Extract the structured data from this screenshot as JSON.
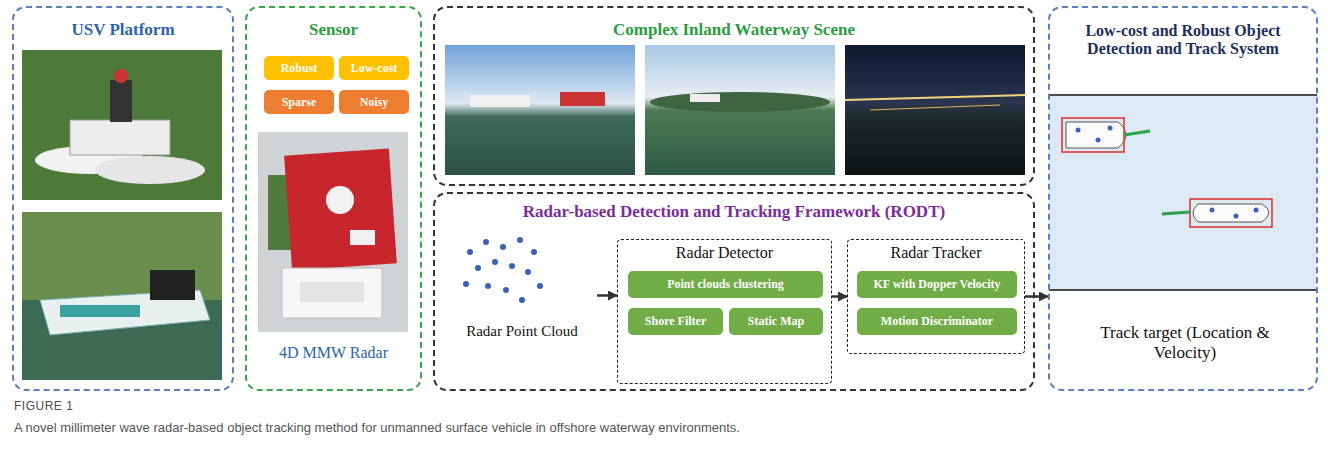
{
  "diagram": {
    "caption": "A novel millimeter wave radar-based object tracking method for unmanned surface vehicle in offshore waterway environments.",
    "nodes": [
      {
        "text": [
          "USV Platform"
        ]
      },
      {
        "text": [
          "Sensor",
          "4D MMW Radar"
        ]
      },
      {
        "text": [
          "Robust"
        ],
        "in": 1
      },
      {
        "text": [
          "Low-cost"
        ],
        "in": 1
      },
      {
        "text": [
          "Sparse"
        ],
        "in": 1
      },
      {
        "text": [
          "Noisy"
        ],
        "in": 1
      },
      {
        "text": [
          "Complex Inland Waterway Scene"
        ]
      },
      {
        "text": [
          "Radar-based Detection and Tracking Framework (RODT)"
        ]
      },
      {
        "text": [
          "Radar Point Cloud"
        ],
        "in": 7
      },
      {
        "text": [
          "Radar Detector"
        ],
        "in": 7
      },
      {
        "text": [
          "Point clouds clustering"
        ],
        "in": 9
      },
      {
        "text": [
          "Shore Filter"
        ],
        "in": 9
      },
      {
        "text": [
          "Static Map"
        ],
        "in": 9
      },
      {
        "text": [
          "Radar Tracker"
        ],
        "in": 7
      },
      {
        "text": [
          "KF with Dopper Velocity"
        ],
        "in": 13
      },
      {
        "text": [
          "Motion Discriminator"
        ],
        "in": 13
      },
      {
        "text": [
          "Low-cost and Robust Object Detection and Track System"
        ]
      },
      {
        "text": [
          "Track target (Location & Velocity)"
        ],
        "in": 16
      }
    ],
    "edges": [
      {
        "from": 8,
        "to": 9,
        "arrow": "to"
      },
      {
        "from": 9,
        "to": 13,
        "arrow": "to"
      },
      {
        "from": 13,
        "to": 16,
        "arrow": "to"
      }
    ],
    "labels": [
      "FIGURE 1"
    ]
  }
}
